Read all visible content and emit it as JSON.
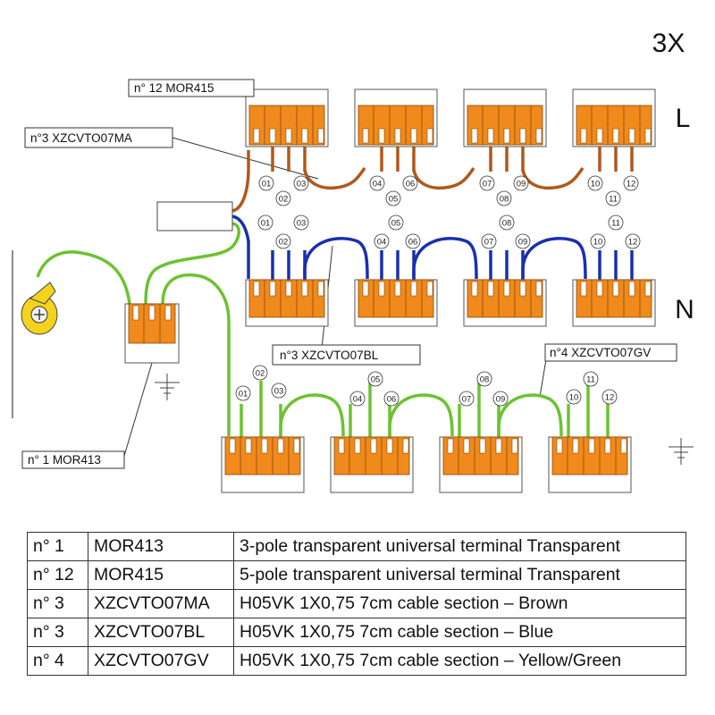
{
  "diagram": {
    "quantity": "3X",
    "line_label": "L",
    "neutral_label": "N",
    "callouts": {
      "terminal5": "n° 12  MOR415",
      "brown_cable": "n°3 XZCVTO07MA",
      "blue_cable": "n°3 XZCVTO07BL",
      "green_cable": "n°4 XZCVTO07GV",
      "terminal3": "n° 1  MOR413"
    },
    "pin_labels": [
      "01",
      "02",
      "03",
      "04",
      "05",
      "06",
      "07",
      "08",
      "09",
      "10",
      "11",
      "12"
    ],
    "colors": {
      "terminal_orange": "#f08a1c",
      "brown_wire": "#b0581b",
      "blue_wire": "#1a2fb0",
      "green_wire": "#6cc230",
      "ground_lug": "#f3d31c"
    }
  },
  "table": {
    "rows": [
      {
        "num": "n° 1",
        "code": "MOR413",
        "desc": "3-pole transparent universal terminal Transparent"
      },
      {
        "num": "n° 12",
        "code": "MOR415",
        "desc": "5-pole transparent universal terminal Transparent"
      },
      {
        "num": "n° 3",
        "code": "XZCVTO07MA",
        "desc": "H05VK 1X0,75 7cm cable section – Brown"
      },
      {
        "num": "n° 3",
        "code": "XZCVTO07BL",
        "desc": "H05VK 1X0,75 7cm cable section – Blue"
      },
      {
        "num": "n° 4",
        "code": "XZCVTO07GV",
        "desc": "H05VK 1X0,75 7cm cable section – Yellow/Green"
      }
    ]
  }
}
